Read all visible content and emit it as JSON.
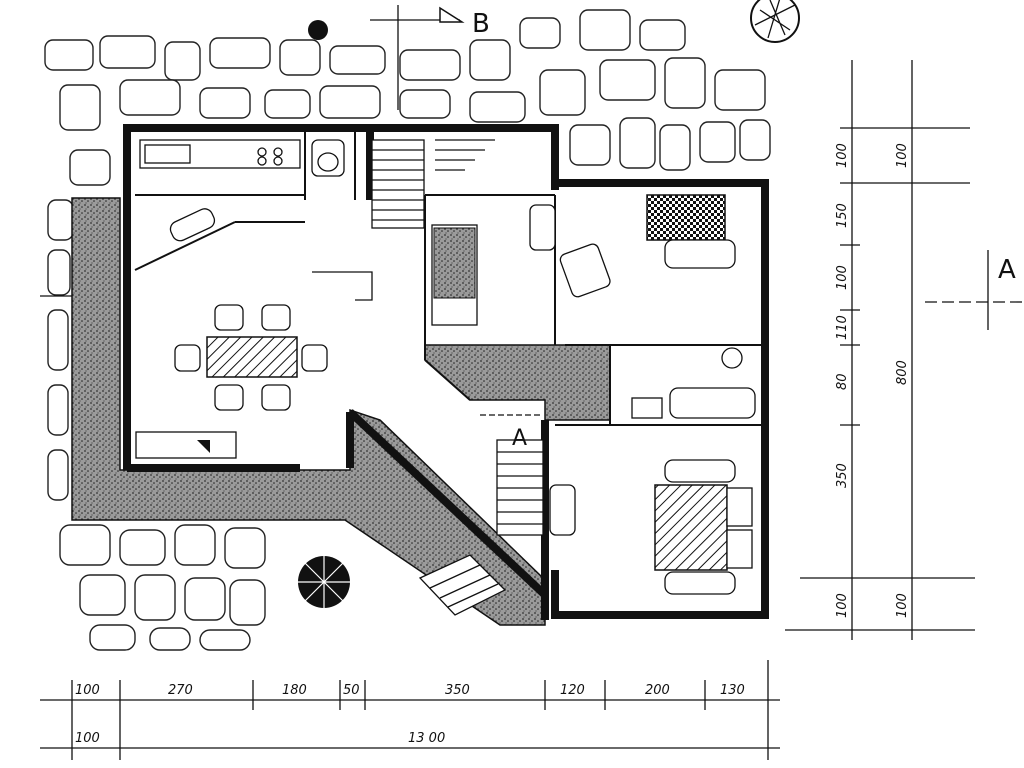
{
  "markers": {
    "section_b": "B",
    "section_a_right": "A",
    "section_a_inner": "A"
  },
  "dimensions": {
    "bottom_row_1": [
      "100",
      "270",
      "180",
      "50",
      "350",
      "120",
      "200",
      "130"
    ],
    "bottom_row_2_left": "100",
    "bottom_total": "13 00",
    "right_col_1": [
      "100",
      "150",
      "100",
      "110",
      "80",
      "350",
      "100"
    ],
    "right_col_2": [
      "100",
      "800",
      "100"
    ]
  },
  "colors": {
    "ink": "#111111",
    "paper": "#ffffff",
    "hatch": "#555555"
  }
}
